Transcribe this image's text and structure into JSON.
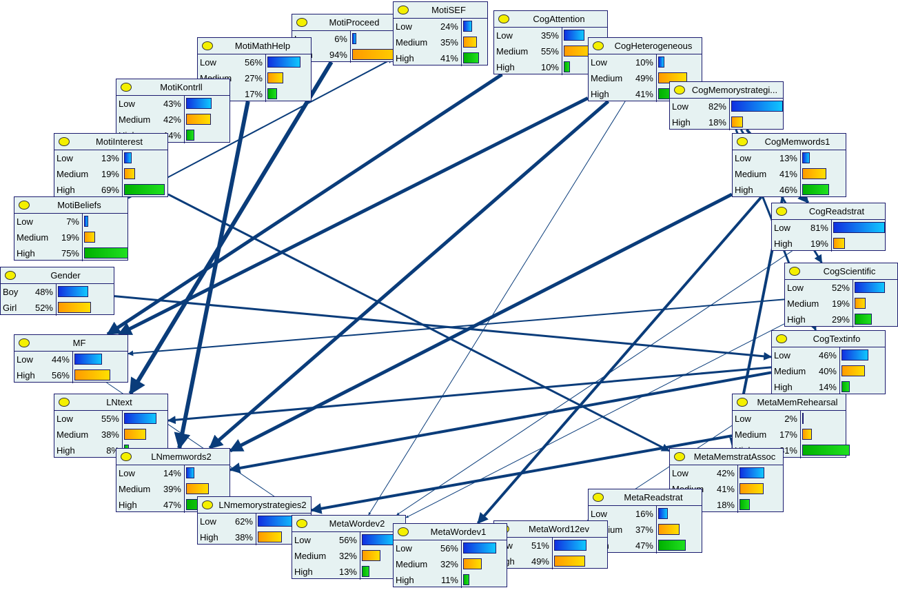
{
  "colors": {
    "edge": "#0a3c7a",
    "node_fill": "#e6f2f2",
    "node_border": "#1a1a6e",
    "dot": "#f4f000"
  },
  "nodes": [
    {
      "id": "MotiProceed",
      "title": "MotiProceed",
      "states": [
        {
          "label": "Low",
          "pct": "6%",
          "value": 6,
          "color": "blue"
        },
        {
          "label": "High",
          "pct": "94%",
          "value": 94,
          "color": "orange"
        }
      ]
    },
    {
      "id": "MotiSEF",
      "title": "MotiSEF",
      "states": [
        {
          "label": "Low",
          "pct": "24%",
          "value": 24,
          "color": "blue"
        },
        {
          "label": "Medium",
          "pct": "35%",
          "value": 35,
          "color": "orange"
        },
        {
          "label": "High",
          "pct": "41%",
          "value": 41,
          "color": "green"
        }
      ]
    },
    {
      "id": "CogAttention",
      "title": "CogAttention",
      "states": [
        {
          "label": "Low",
          "pct": "35%",
          "value": 35,
          "color": "blue"
        },
        {
          "label": "Medium",
          "pct": "55%",
          "value": 55,
          "color": "orange"
        },
        {
          "label": "High",
          "pct": "10%",
          "value": 10,
          "color": "green"
        }
      ]
    },
    {
      "id": "MotiMathHelp",
      "title": "MotiMathHelp",
      "states": [
        {
          "label": "Low",
          "pct": "56%",
          "value": 56,
          "color": "blue"
        },
        {
          "label": "Medium",
          "pct": "27%",
          "value": 27,
          "color": "orange"
        },
        {
          "label": "High",
          "pct": "17%",
          "value": 17,
          "color": "green"
        }
      ]
    },
    {
      "id": "CogHeterogeneous",
      "title": "CogHeterogeneous",
      "states": [
        {
          "label": "Low",
          "pct": "10%",
          "value": 10,
          "color": "blue"
        },
        {
          "label": "Medium",
          "pct": "49%",
          "value": 49,
          "color": "orange"
        },
        {
          "label": "High",
          "pct": "41%",
          "value": 41,
          "color": "green"
        }
      ]
    },
    {
      "id": "MotiKontroll",
      "title": "MotiKontrll",
      "states": [
        {
          "label": "Low",
          "pct": "43%",
          "value": 43,
          "color": "blue"
        },
        {
          "label": "Medium",
          "pct": "42%",
          "value": 42,
          "color": "orange"
        },
        {
          "label": "High",
          "pct": "14%",
          "value": 14,
          "color": "green"
        }
      ]
    },
    {
      "id": "CogMemorystrategies",
      "title": "CogMemorystrategi...",
      "states": [
        {
          "label": "Low",
          "pct": "82%",
          "value": 82,
          "color": "blue"
        },
        {
          "label": "High",
          "pct": "18%",
          "value": 18,
          "color": "orange"
        }
      ]
    },
    {
      "id": "MotiInterest",
      "title": "MotiInterest",
      "states": [
        {
          "label": "Low",
          "pct": "13%",
          "value": 13,
          "color": "blue"
        },
        {
          "label": "Medium",
          "pct": "19%",
          "value": 19,
          "color": "orange"
        },
        {
          "label": "High",
          "pct": "69%",
          "value": 69,
          "color": "green"
        }
      ]
    },
    {
      "id": "CogMemwords1",
      "title": "CogMemwords1",
      "states": [
        {
          "label": "Low",
          "pct": "13%",
          "value": 13,
          "color": "blue"
        },
        {
          "label": "Medium",
          "pct": "41%",
          "value": 41,
          "color": "orange"
        },
        {
          "label": "High",
          "pct": "46%",
          "value": 46,
          "color": "green"
        }
      ]
    },
    {
      "id": "MotiBeliefs",
      "title": "MotiBeliefs",
      "states": [
        {
          "label": "Low",
          "pct": "7%",
          "value": 7,
          "color": "blue"
        },
        {
          "label": "Medium",
          "pct": "19%",
          "value": 19,
          "color": "orange"
        },
        {
          "label": "High",
          "pct": "75%",
          "value": 75,
          "color": "green"
        }
      ]
    },
    {
      "id": "CogReadstrat",
      "title": "CogReadstrat",
      "states": [
        {
          "label": "Low",
          "pct": "81%",
          "value": 81,
          "color": "blue"
        },
        {
          "label": "High",
          "pct": "19%",
          "value": 19,
          "color": "orange"
        }
      ]
    },
    {
      "id": "Gender",
      "title": "Gender",
      "states": [
        {
          "label": "Boy",
          "pct": "48%",
          "value": 48,
          "color": "blue"
        },
        {
          "label": "Girl",
          "pct": "52%",
          "value": 52,
          "color": "orange"
        }
      ]
    },
    {
      "id": "CogScientific",
      "title": "CogScientific",
      "states": [
        {
          "label": "Low",
          "pct": "52%",
          "value": 52,
          "color": "blue"
        },
        {
          "label": "Medium",
          "pct": "19%",
          "value": 19,
          "color": "orange"
        },
        {
          "label": "High",
          "pct": "29%",
          "value": 29,
          "color": "green"
        }
      ]
    },
    {
      "id": "MF",
      "title": "MF",
      "states": [
        {
          "label": "Low",
          "pct": "44%",
          "value": 44,
          "color": "blue"
        },
        {
          "label": "High",
          "pct": "56%",
          "value": 56,
          "color": "orange"
        }
      ]
    },
    {
      "id": "CogTextinfo",
      "title": "CogTextinfo",
      "states": [
        {
          "label": "Low",
          "pct": "46%",
          "value": 46,
          "color": "blue"
        },
        {
          "label": "Medium",
          "pct": "40%",
          "value": 40,
          "color": "orange"
        },
        {
          "label": "High",
          "pct": "14%",
          "value": 14,
          "color": "green"
        }
      ]
    },
    {
      "id": "MetaMemRehearsal",
      "title": "MetaMemRehearsal",
      "states": [
        {
          "label": "Low",
          "pct": "2%",
          "value": 2,
          "color": "blue"
        },
        {
          "label": "Medium",
          "pct": "17%",
          "value": 17,
          "color": "orange"
        },
        {
          "label": "High",
          "pct": "81%",
          "value": 81,
          "color": "green"
        }
      ]
    },
    {
      "id": "LNtext",
      "title": "LNtext",
      "states": [
        {
          "label": "Low",
          "pct": "55%",
          "value": 55,
          "color": "blue"
        },
        {
          "label": "Medium",
          "pct": "38%",
          "value": 38,
          "color": "orange"
        },
        {
          "label": "High",
          "pct": "8%",
          "value": 8,
          "color": "green"
        }
      ]
    },
    {
      "id": "MetaMemstratAssoc",
      "title": "MetaMemstratAssoc",
      "states": [
        {
          "label": "Low",
          "pct": "42%",
          "value": 42,
          "color": "blue"
        },
        {
          "label": "Medium",
          "pct": "41%",
          "value": 41,
          "color": "orange"
        },
        {
          "label": "High",
          "pct": "18%",
          "value": 18,
          "color": "green"
        }
      ]
    },
    {
      "id": "LNmemwords2",
      "title": "LNmemwords2",
      "states": [
        {
          "label": "Low",
          "pct": "14%",
          "value": 14,
          "color": "blue"
        },
        {
          "label": "Medium",
          "pct": "39%",
          "value": 39,
          "color": "orange"
        },
        {
          "label": "High",
          "pct": "47%",
          "value": 47,
          "color": "green"
        }
      ]
    },
    {
      "id": "MetaReadstrat",
      "title": "MetaReadstrat",
      "states": [
        {
          "label": "Low",
          "pct": "16%",
          "value": 16,
          "color": "blue"
        },
        {
          "label": "Medium",
          "pct": "37%",
          "value": 37,
          "color": "orange"
        },
        {
          "label": "High",
          "pct": "47%",
          "value": 47,
          "color": "green"
        }
      ]
    },
    {
      "id": "LNmemorystrategies2",
      "title": "LNmemorystrategies2",
      "states": [
        {
          "label": "Low",
          "pct": "62%",
          "value": 62,
          "color": "blue"
        },
        {
          "label": "High",
          "pct": "38%",
          "value": 38,
          "color": "orange"
        }
      ]
    },
    {
      "id": "MetaWordev2",
      "title": "MetaWordev2",
      "states": [
        {
          "label": "Low",
          "pct": "56%",
          "value": 56,
          "color": "blue"
        },
        {
          "label": "Medium",
          "pct": "32%",
          "value": 32,
          "color": "orange"
        },
        {
          "label": "High",
          "pct": "13%",
          "value": 13,
          "color": "green"
        }
      ]
    },
    {
      "id": "MetaWord12ev",
      "title": "MetaWord12ev",
      "states": [
        {
          "label": "Low",
          "pct": "51%",
          "value": 51,
          "color": "blue"
        },
        {
          "label": "High",
          "pct": "49%",
          "value": 49,
          "color": "orange"
        }
      ]
    },
    {
      "id": "MetaWordev1",
      "title": "MetaWordev1",
      "states": [
        {
          "label": "Low",
          "pct": "56%",
          "value": 56,
          "color": "blue"
        },
        {
          "label": "Medium",
          "pct": "32%",
          "value": 32,
          "color": "orange"
        },
        {
          "label": "High",
          "pct": "11%",
          "value": 11,
          "color": "green"
        }
      ]
    }
  ]
}
